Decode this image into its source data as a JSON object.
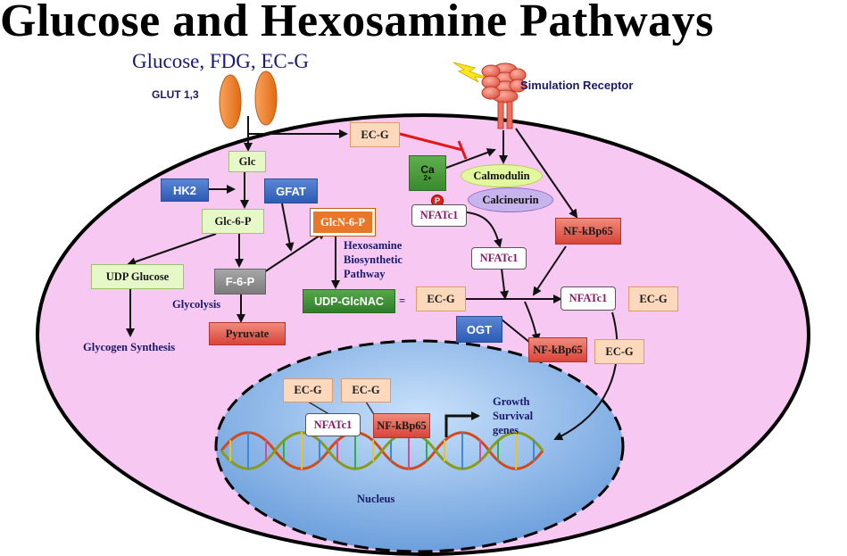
{
  "title": "Glucose and Hexosamine Pathways",
  "subtitle": "Glucose, FDG, EC-G",
  "labels": {
    "glut": "GLUT 1,3",
    "receptor": "Simulation Receptor",
    "hexosamine": [
      "Hexosamine",
      "Biosynthetic",
      "Pathway"
    ],
    "glycolysis": "Glycolysis",
    "glycogen": "Glycogen Synthesis",
    "growth": [
      "Growth",
      "Survival",
      "genes"
    ],
    "nucleus": "Nucleus",
    "equals": "="
  },
  "nodes": {
    "glc": "Glc",
    "hk2": "HK2",
    "gfat": "GFAT",
    "glc6p": "Glc-6-P",
    "glcn6p": "GlcN-6-P",
    "udp_glucose": "UDP Glucose",
    "f6p": "F-6-P",
    "pyruvate": "Pyruvate",
    "udp_glcnac": "UDP-GlcNAC",
    "ecg_top": "EC-G",
    "ca": "Ca",
    "ca_sup": "2+",
    "calmodulin": "Calmodulin",
    "calcineurin": "Calcineurin",
    "p": "P",
    "nfatc1_a": "NFATc1",
    "nfatc1_b": "NFATc1",
    "nfkbp65_a": "NF-kBp65",
    "ecg_mid": "EC-G",
    "ogt": "OGT",
    "nfatc1_c": "NFATc1",
    "ecg_right": "EC-G",
    "nfkbp65_b": "NF-kBp65",
    "ecg_right2": "EC-G",
    "ecg_nuc1": "EC-G",
    "ecg_nuc2": "EC-G",
    "nfatc1_nuc": "NFATc1",
    "nfkbp65_nuc": "NF-kBp65"
  },
  "colors": {
    "cell": "#f7c8f2",
    "nucleus": "#7fb2ea",
    "inhibit": "#e01818",
    "receptor": "#ef6e5a",
    "glut": "#f07a20"
  }
}
